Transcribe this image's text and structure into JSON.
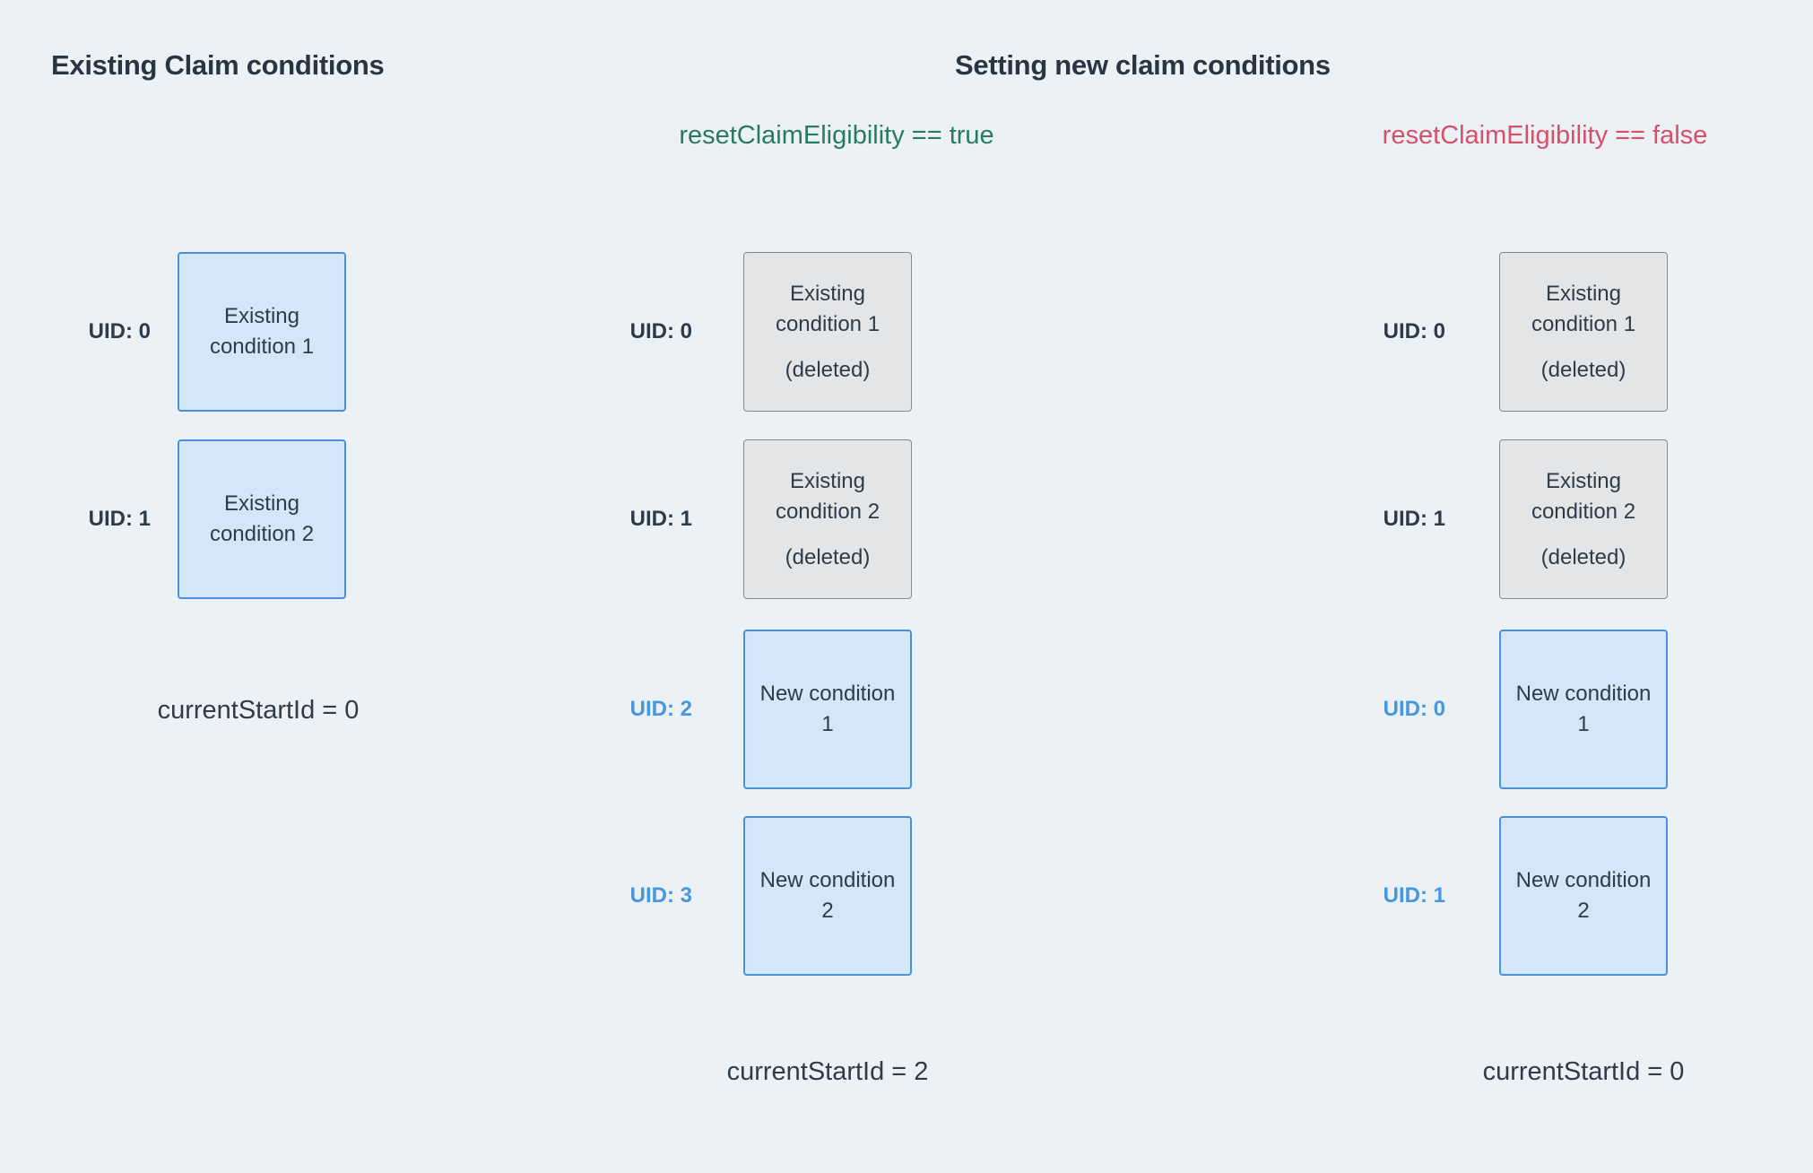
{
  "colors": {
    "background": "#ecf1f5",
    "heading_text": "#283543",
    "body_text": "#2e3c49",
    "true_green": "#297a64",
    "false_red": "#d5506b",
    "uid_blue": "#4896dc",
    "existing_box_fill": "#d3e7f8",
    "existing_box_border": "#4a90d9",
    "deleted_box_fill": "#e4e5e6",
    "deleted_box_border": "#808c95"
  },
  "left_panel": {
    "title": "Existing Claim conditions",
    "rows": [
      {
        "uid": "UID: 0",
        "label": "Existing condition 1"
      },
      {
        "uid": "UID: 1",
        "label": "Existing condition 2"
      }
    ],
    "current_start_id": "currentStartId = 0"
  },
  "new_conditions_section": {
    "title": "Setting new claim conditions",
    "scenarios": [
      {
        "subtitle": "resetClaimEligibility == true",
        "rows": [
          {
            "uid": "UID: 0",
            "label": "Existing condition 1",
            "note": "(deleted)"
          },
          {
            "uid": "UID: 1",
            "label": "Existing condition 2",
            "note": "(deleted)"
          },
          {
            "uid": "UID: 2",
            "label": "New condition 1"
          },
          {
            "uid": "UID: 3",
            "label": "New condition 2"
          }
        ],
        "current_start_id": "currentStartId = 2"
      },
      {
        "subtitle": "resetClaimEligibility == false",
        "rows": [
          {
            "uid": "UID: 0",
            "label": "Existing condition 1",
            "note": "(deleted)"
          },
          {
            "uid": "UID: 1",
            "label": "Existing condition 2",
            "note": "(deleted)"
          },
          {
            "uid": "UID: 0",
            "label": "New condition 1"
          },
          {
            "uid": "UID: 1",
            "label": "New condition 2"
          }
        ],
        "current_start_id": "currentStartId = 0"
      }
    ]
  }
}
